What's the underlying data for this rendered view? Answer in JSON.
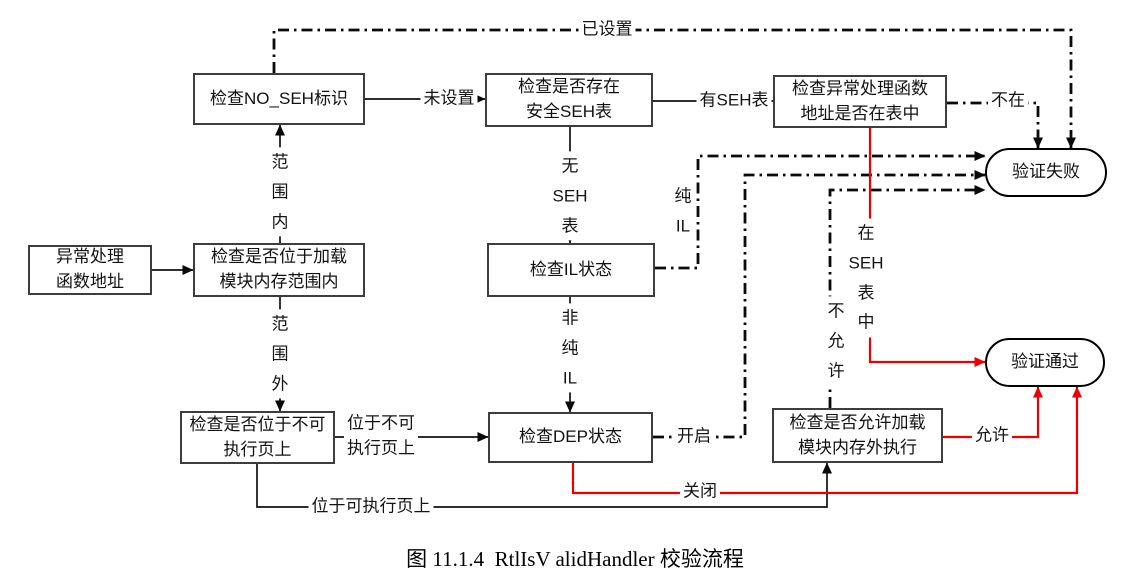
{
  "diagram": {
    "caption": "图 11.1.4  RtlIsV alidHandler 校验流程",
    "colors": {
      "line": "#111111",
      "fail_path": "#0a0a0a",
      "pass_path": "#ee0000",
      "box_border": "#3d3d3d",
      "background": "#ffffff"
    },
    "nodes": {
      "exception_addr": {
        "label": "异常处理\n函数地址"
      },
      "check_no_seh": {
        "label": "检查NO_SEH标识"
      },
      "check_module_range": {
        "label": "检查是否位于加载\n模块内存范围内"
      },
      "check_safe_seh": {
        "label": "检查是否存在\n安全SEH表"
      },
      "check_handler_in_table": {
        "label": "检查异常处理函数\n地址是否在表中"
      },
      "check_il": {
        "label": "检查IL状态"
      },
      "check_nonexec_page": {
        "label": "检查是否位于不可\n执行页上"
      },
      "check_dep": {
        "label": "检查DEP状态"
      },
      "check_allow_outside": {
        "label": "检查是否允许加载\n模块内存外执行"
      },
      "verify_fail": {
        "label": "验证失败"
      },
      "verify_pass": {
        "label": "验证通过"
      }
    },
    "edge_labels": {
      "set": "已设置",
      "not_set": "未设置",
      "has_seh_table": "有SEH表",
      "not_in": "不在",
      "range_in": "范\n围\n内",
      "range_out": "范\n围\n外",
      "no_seh_table": "无\nSEH\n表",
      "pure_il": "纯\nIL",
      "non_pure_il": "非\n纯\nIL",
      "in_seh_table": "在\nSEH\n表\n中",
      "not_allowed": "不\n允\n许",
      "on_nonexec": "位于不可\n执行页上",
      "on_exec": "位于可执行页上",
      "dep_on": "开启",
      "dep_off": "关闭",
      "allowed": "允许"
    },
    "edges": [
      {
        "from": "exception_addr",
        "to": "check_module_range",
        "label": "",
        "style": "solid"
      },
      {
        "from": "check_module_range",
        "to": "check_no_seh",
        "label": "范围内",
        "style": "solid"
      },
      {
        "from": "check_no_seh",
        "to": "check_safe_seh",
        "label": "未设置",
        "style": "solid"
      },
      {
        "from": "check_no_seh",
        "to": "verify_fail",
        "label": "已设置",
        "style": "dash-dot"
      },
      {
        "from": "check_safe_seh",
        "to": "check_handler_in_table",
        "label": "有SEH表",
        "style": "solid"
      },
      {
        "from": "check_safe_seh",
        "to": "check_il",
        "label": "无SEH表",
        "style": "solid"
      },
      {
        "from": "check_handler_in_table",
        "to": "verify_fail",
        "label": "不在",
        "style": "dash-dot"
      },
      {
        "from": "check_handler_in_table",
        "to": "verify_pass",
        "label": "在SEH表中",
        "style": "red"
      },
      {
        "from": "check_il",
        "to": "verify_fail",
        "label": "纯IL",
        "style": "dash-dot"
      },
      {
        "from": "check_il",
        "to": "check_dep",
        "label": "非纯IL",
        "style": "solid"
      },
      {
        "from": "check_module_range",
        "to": "check_nonexec_page",
        "label": "范围外",
        "style": "solid"
      },
      {
        "from": "check_nonexec_page",
        "to": "check_dep",
        "label": "位于不可执行页上",
        "style": "solid"
      },
      {
        "from": "check_nonexec_page",
        "to": "check_allow_outside",
        "label": "位于可执行页上",
        "style": "solid"
      },
      {
        "from": "check_dep",
        "to": "verify_fail",
        "label": "开启",
        "style": "dash-dot"
      },
      {
        "from": "check_dep",
        "to": "verify_pass",
        "label": "关闭",
        "style": "red"
      },
      {
        "from": "check_allow_outside",
        "to": "verify_fail",
        "label": "不允许",
        "style": "dash-dot"
      },
      {
        "from": "check_allow_outside",
        "to": "verify_pass",
        "label": "允许",
        "style": "red"
      }
    ]
  }
}
